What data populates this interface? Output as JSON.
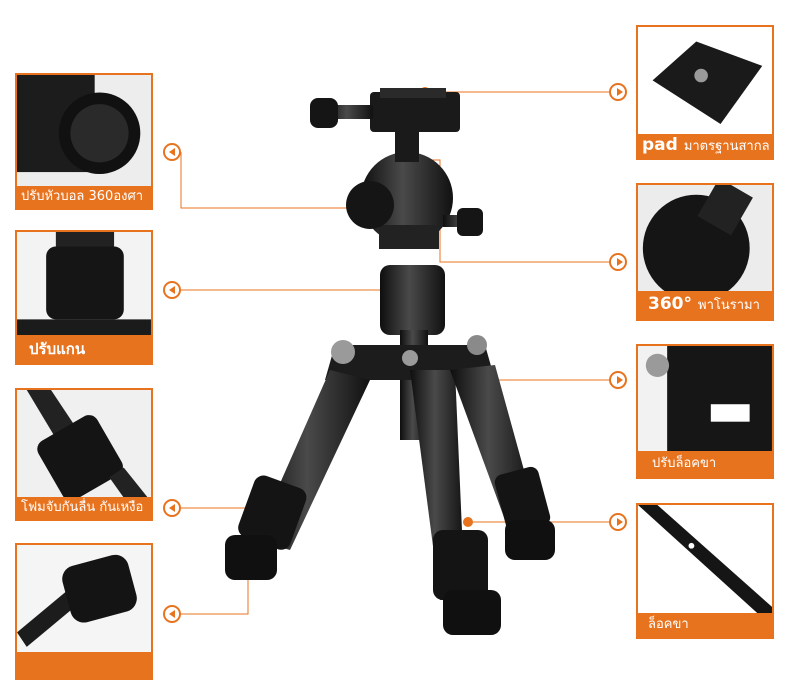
{
  "left_panels": [
    {
      "id": "ballhead",
      "caption": "ปรับหัวบอล 360องศา"
    },
    {
      "id": "column",
      "caption": "ปรับแกน"
    },
    {
      "id": "foam",
      "caption": "โฟมจับกันลื่น กันเหงือ"
    },
    {
      "id": "foot",
      "caption": ""
    }
  ],
  "right_panels": [
    {
      "id": "pad",
      "caption_strong": "pad",
      "caption": "มาตรฐานสากล"
    },
    {
      "id": "panorama",
      "caption_strong": "360°",
      "caption": "พาโนรามา"
    },
    {
      "id": "leglock",
      "caption": "ปรับล็อคขา"
    },
    {
      "id": "legclip",
      "caption": "ล็อคขา"
    }
  ],
  "colors": {
    "accent": "#e8731f",
    "metal": "#1a1a1a",
    "highlight": "#6a6a6a"
  },
  "icons": [
    "arrow-left-icon",
    "arrow-right-icon"
  ]
}
